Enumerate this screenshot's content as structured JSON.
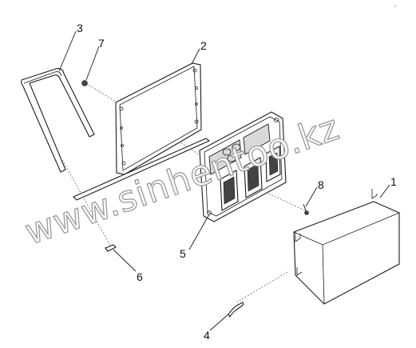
{
  "callouts": [
    {
      "id": "1",
      "label": "1"
    },
    {
      "id": "2",
      "label": "2"
    },
    {
      "id": "3",
      "label": "3"
    },
    {
      "id": "4",
      "label": "4"
    },
    {
      "id": "5",
      "label": "5"
    },
    {
      "id": "6",
      "label": "6"
    },
    {
      "id": "7",
      "label": "7"
    },
    {
      "id": "8",
      "label": "8"
    }
  ],
  "watermark": "www.sinhentoo.kz",
  "corner_mark": "s"
}
